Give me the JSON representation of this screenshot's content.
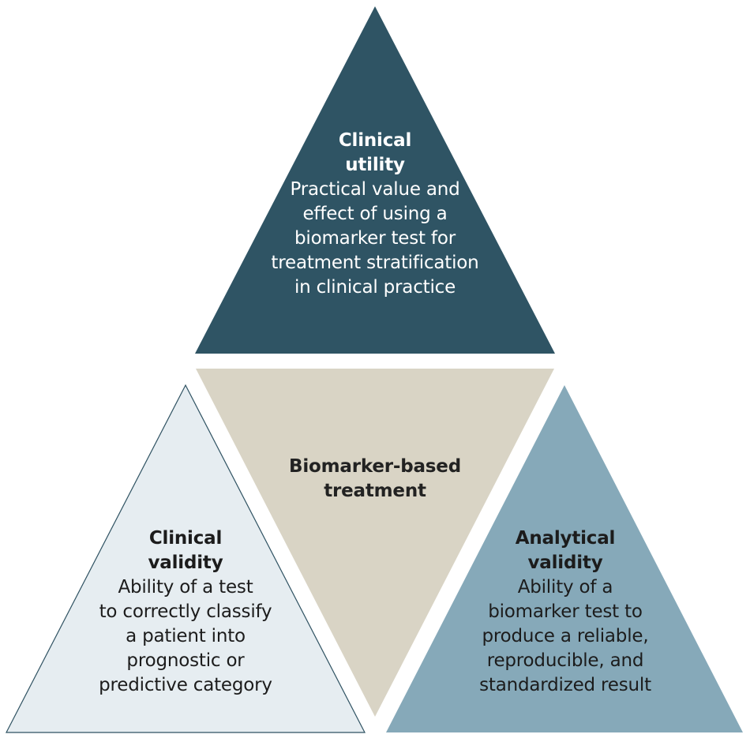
{
  "triangles": {
    "top": {
      "title": "Clinical\nutility",
      "description": "Practical value and\neffect of using a\nbiomarker test for\ntreatment stratification\nin clinical practice",
      "fill": "#2f5464"
    },
    "center": {
      "title": "Biomarker-based\ntreatment",
      "fill": "#d9d4c5"
    },
    "left": {
      "title": "Clinical\nvalidity",
      "description": "Ability of a test\nto correctly classify\na patient into\nprognostic or\npredictive category",
      "fill": "#e6edf1"
    },
    "right": {
      "title": "Analytical\nvalidity",
      "description": "Ability of a\nbiomarker test to\nproduce a reliable,\nreproducible, and\nstandardized result",
      "fill": "#86a9b9"
    }
  }
}
